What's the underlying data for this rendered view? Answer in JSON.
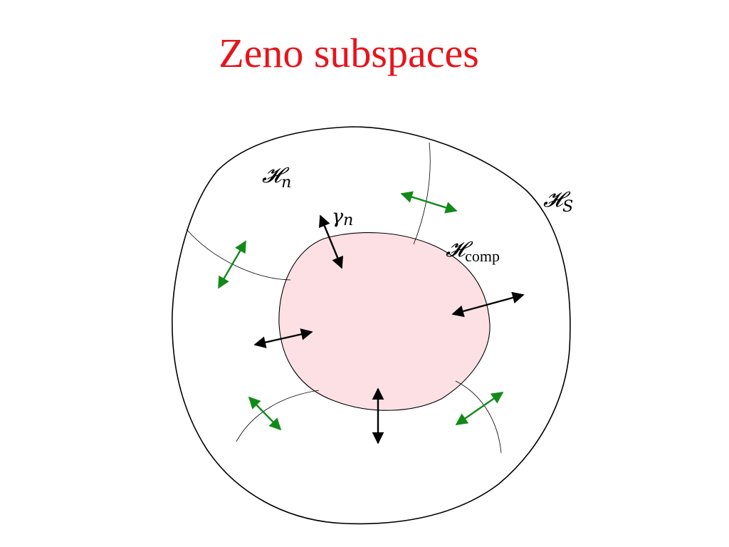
{
  "title": "Zeno subspaces",
  "labels": {
    "h_n": {
      "main": "𝓗",
      "sub": "n"
    },
    "h_s": {
      "main": "𝓗",
      "sub": "S"
    },
    "h_comp": {
      "main": "𝓗",
      "sub": "comp"
    },
    "gamma_n": {
      "main": "γ",
      "sub": "n"
    }
  },
  "colors": {
    "title": "#e8141b",
    "outline": "#000000",
    "core_fill": "#fde0e4",
    "coupling_arrow": "#000000",
    "internal_arrow": "#118a18"
  },
  "arrow_semantics": {
    "black": "coupling-to-compartment",
    "green": "transition-between-subspaces"
  }
}
